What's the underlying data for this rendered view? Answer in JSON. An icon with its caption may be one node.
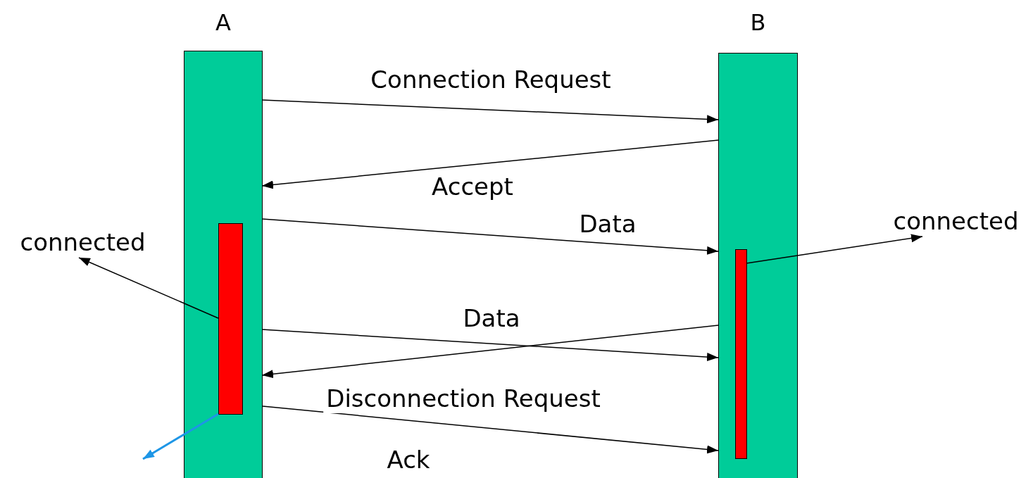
{
  "diagram": {
    "nodes": [
      {
        "text": [
          "A"
        ]
      },
      {
        "text": [
          "B"
        ]
      },
      {
        "text": [],
        "shape": "bar",
        "in": 0
      },
      {
        "text": [],
        "shape": "bar",
        "in": 1
      },
      {
        "text": [
          "connected"
        ]
      },
      {
        "text": [
          "connected"
        ]
      }
    ],
    "edges": [
      {
        "from": 0,
        "to": 1,
        "arrow": "to",
        "label": "Connection Request"
      },
      {
        "from": 1,
        "to": 0,
        "arrow": "to",
        "label": "Accept"
      },
      {
        "from": 0,
        "to": 1,
        "arrow": "to",
        "label": "Data"
      },
      {
        "from": 0,
        "to": 1,
        "arrow": "to",
        "label": "Data"
      },
      {
        "from": 1,
        "to": 0,
        "arrow": "to"
      },
      {
        "from": 0,
        "to": 1,
        "arrow": "to",
        "label": "Disconnection Request"
      },
      {
        "from": 2,
        "to": 4,
        "arrow": "to"
      },
      {
        "from": 3,
        "to": 5,
        "arrow": "to"
      },
      {
        "from": 2,
        "to": null,
        "arrow": "to",
        "color": "#1e96e6"
      }
    ],
    "labels": [
      "Ack"
    ]
  }
}
